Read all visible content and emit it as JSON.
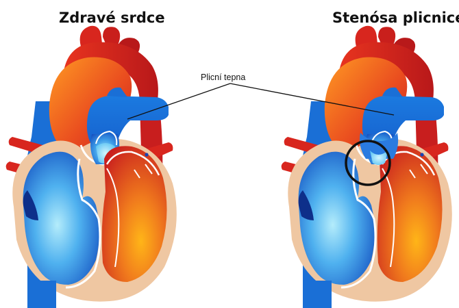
{
  "titles": {
    "left": "Zdravé srdce",
    "right": "Stenósa plicnice"
  },
  "labels": {
    "pulmonary_artery": "Plicní tepna"
  },
  "colors": {
    "vein_blue": "#1a6fd6",
    "deep_blue": "#1744b4",
    "light_blue": "#8fdcf8",
    "artery_red": "#d8261e",
    "dark_red": "#a8191a",
    "orange": "#f7a21a",
    "muscle_tan": "#efc7a2",
    "septum_white": "#ffffff",
    "highlight_circle": "#111111"
  },
  "icons": {
    "left_heart": "healthy-heart-illustration",
    "right_heart": "stenotic-heart-illustration",
    "stenosis_marker": "circle-highlight"
  }
}
